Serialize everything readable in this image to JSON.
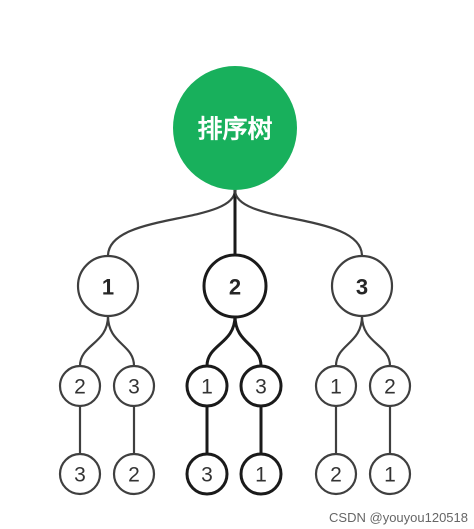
{
  "diagram": {
    "root_label": "排序树",
    "level1": [
      {
        "label": "1",
        "children": [
          {
            "label": "2",
            "leaf": "3"
          },
          {
            "label": "3",
            "leaf": "2"
          }
        ]
      },
      {
        "label": "2",
        "children": [
          {
            "label": "1",
            "leaf": "3"
          },
          {
            "label": "3",
            "leaf": "1"
          }
        ]
      },
      {
        "label": "3",
        "children": [
          {
            "label": "1",
            "leaf": "2"
          },
          {
            "label": "2",
            "leaf": "1"
          }
        ]
      }
    ]
  },
  "colors": {
    "root_fill": "#18b05c",
    "stroke": "#3f3f3f",
    "highlight_stroke": "#1a1a1a"
  },
  "watermark": "CSDN @youyou120518"
}
